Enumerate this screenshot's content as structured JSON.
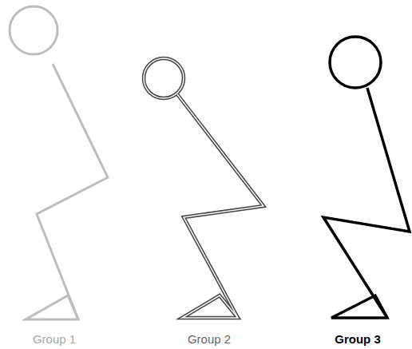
{
  "diagram": {
    "labels": [
      "Group 1",
      "Group 2",
      "Group 3"
    ]
  }
}
